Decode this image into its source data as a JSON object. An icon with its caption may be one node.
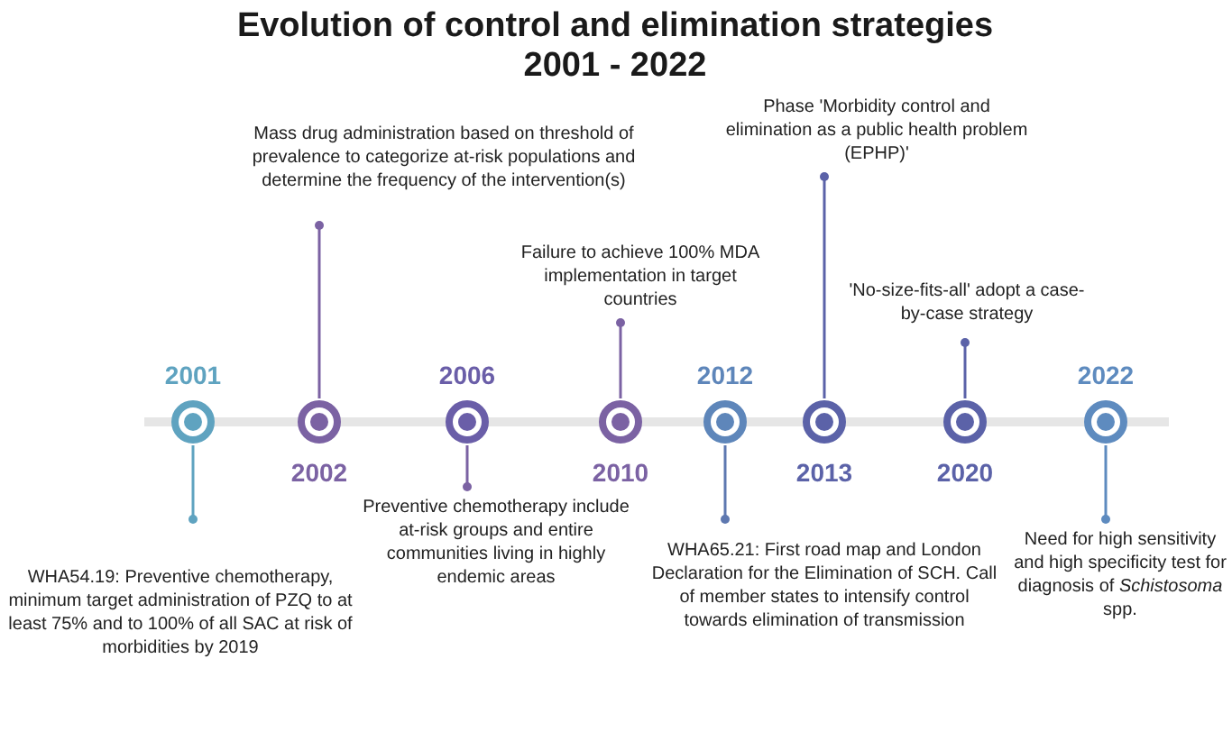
{
  "diagram": {
    "title": "Evolution of control and elimination strategies 2001 - 2022",
    "nodes": [
      {
        "text": [],
        "shape": "circle",
        "beside": [
          "2001"
        ]
      },
      {
        "text": [],
        "shape": "circle",
        "beside": [
          "2002"
        ]
      },
      {
        "text": [],
        "shape": "circle",
        "beside": [
          "2006"
        ]
      },
      {
        "text": [],
        "shape": "circle",
        "beside": [
          "2010"
        ]
      },
      {
        "text": [],
        "shape": "circle",
        "beside": [
          "2012"
        ]
      },
      {
        "text": [],
        "shape": "circle",
        "beside": [
          "2013"
        ]
      },
      {
        "text": [],
        "shape": "circle",
        "beside": [
          "2020"
        ]
      },
      {
        "text": [],
        "shape": "circle",
        "beside": [
          "2022"
        ]
      },
      {
        "text": [
          "WHA54.19: Preventive chemotherapy, minimum target administration of PZQ to at least 75% and to 100% of all SAC at risk of morbidities by 2019"
        ]
      },
      {
        "text": [
          "Mass drug administration based on threshold of prevalence to categorize at-risk populations and determine the frequency of the intervention(s)"
        ]
      },
      {
        "text": [
          "Preventive chemotherapy include at-risk groups and entire communities living in highly endemic areas"
        ]
      },
      {
        "text": [
          "Failure to achieve 100% MDA implementation in target countries"
        ]
      },
      {
        "text": [
          "WHA65.21: First road map and London Declaration for the Elimination of SCH. Call of member states to intensify control towards elimination of transmission"
        ]
      },
      {
        "text": [
          "Phase 'Morbidity control and elimination as a public health problem (EPHP)'"
        ]
      },
      {
        "text": [
          "'No-size-fits-all' adopt a case-by-case strategy"
        ]
      },
      {
        "text": [
          "Need for high sensitivity and high specificity test for diagnosis of *Schistosoma* spp."
        ]
      }
    ],
    "edges": [
      {
        "from": 8,
        "to": 0,
        "arrow": "other",
        "color": "#5fa3c0"
      },
      {
        "from": 9,
        "to": 1,
        "arrow": "other",
        "color": "#7b62a3"
      },
      {
        "from": 10,
        "to": 2,
        "arrow": "other",
        "color": "#7b62a3"
      },
      {
        "from": 11,
        "to": 3,
        "arrow": "other",
        "color": "#7b62a3"
      },
      {
        "from": 12,
        "to": 4,
        "arrow": "other",
        "color": "#5e78b0"
      },
      {
        "from": 13,
        "to": 5,
        "arrow": "other",
        "color": "#5b62a8"
      },
      {
        "from": 14,
        "to": 6,
        "arrow": "other",
        "color": "#5b62a8"
      },
      {
        "from": 15,
        "to": 7,
        "arrow": "other",
        "color": "#5e8bbf"
      }
    ]
  }
}
